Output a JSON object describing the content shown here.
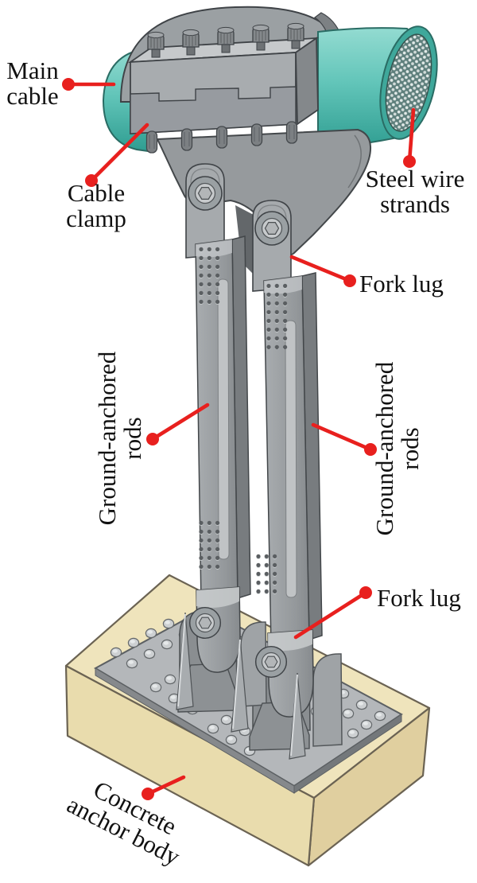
{
  "labels": {
    "main_cable": [
      "Main",
      "cable"
    ],
    "cable_clamp": [
      "Cable",
      "clamp"
    ],
    "steel_wire_strands": [
      "Steel wire",
      "strands"
    ],
    "fork_lug_upper": "Fork lug",
    "fork_lug_lower": "Fork lug",
    "ground_anchored_rods_left": [
      "Ground-anchored",
      "rods"
    ],
    "ground_anchored_rods_right": [
      "Ground-anchored",
      "rods"
    ],
    "concrete_anchor_body": [
      "Concrete",
      "anchor body"
    ]
  },
  "colors": {
    "leader_red": "#e8201e",
    "label_text": "#111111",
    "background": "#ffffff",
    "cable_teal": "#62c5b9",
    "strand_face": "#5e7f7c",
    "metal_gray": "#9a9ea1",
    "metal_dark": "#7c8083",
    "metal_light": "#c6c9cb",
    "concrete_top": "#efe4bc",
    "concrete_front": "#e9dcad",
    "concrete_side": "#e0cf9f"
  }
}
